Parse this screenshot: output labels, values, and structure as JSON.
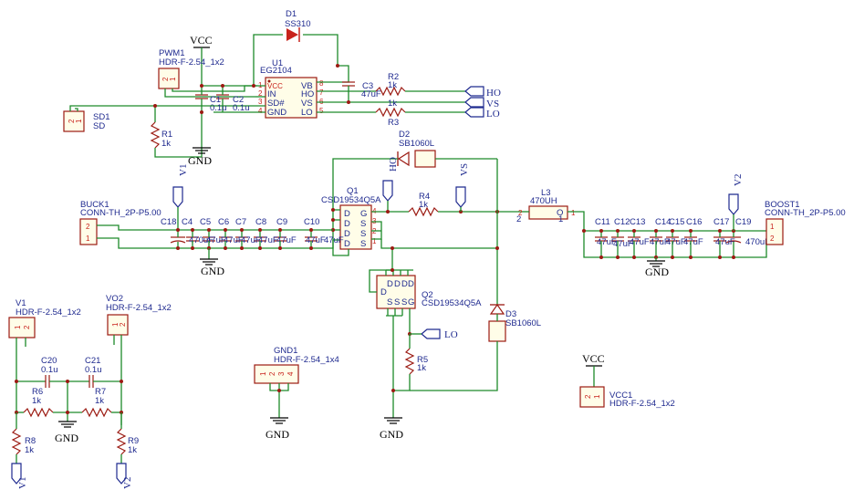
{
  "labels": {
    "d1_ref": "D1",
    "d1_val": "SS310",
    "vcc_top": "VCC",
    "pwm1_ref": "PWM1",
    "pwm1_val": "HDR-F-2.54_1x2",
    "u1_ref": "U1",
    "u1_val": "EG2104",
    "u1_pins": [
      "1",
      "2",
      "3",
      "4",
      "8",
      "7",
      "6",
      "5"
    ],
    "u1_left": [
      "VCC",
      "IN",
      "SD#",
      "GND"
    ],
    "u1_right": [
      "VB",
      "HO",
      "VS",
      "LO"
    ],
    "c1_ref": "C1",
    "c1_val": "0.1u",
    "c2_ref": "C2",
    "c2_val": "0.1u",
    "c3_ref": "C3",
    "c3_val": "47uF",
    "r2_ref": "R2",
    "r2_val": "1k",
    "r3_ref": "R3",
    "r3_val": "1k",
    "sd1_ref": "SD1",
    "sd1_val": "SD",
    "r1_ref": "R1",
    "r1_val": "1k",
    "gnd": "GND",
    "port_ho": "HO",
    "port_vs": "VS",
    "port_lo": "LO",
    "d2_ref": "D2",
    "d2_val": "SB1060L",
    "q1_ref": "Q1",
    "q1_val": "CSD19534Q5A",
    "r4_ref": "R4",
    "r4_val": "1k",
    "l3_ref": "L3",
    "l3_val": "470UH",
    "boost1_ref": "BOOST1",
    "boost1_val": "CONN-TH_2P-P5.00",
    "buck1_ref": "BUCK1",
    "buck1_val": "CONN-TH_2P-P5.00",
    "v1_port": "V1",
    "v2_port": "V2",
    "caps_left": [
      "C18",
      "C4",
      "C5",
      "C6",
      "C7",
      "C8",
      "C9",
      "C10"
    ],
    "caps_left_vals": [
      "470uF",
      "47uF",
      "47uF",
      "47uF",
      "47uF",
      "47uF",
      "47uF",
      "47uF"
    ],
    "caps_right": [
      "C11",
      "C12",
      "C13",
      "C14",
      "C15",
      "C16",
      "C17",
      "C19"
    ],
    "caps_right_vals": [
      "47uF",
      "47uF",
      "47uF",
      "47uF",
      "47uF",
      "47uF",
      "47uF",
      "470uF"
    ],
    "q2_ref": "Q2",
    "q2_val": "CSD19534Q5A",
    "d3_ref": "D3",
    "d3_val": "SB1060L",
    "r5_ref": "R5",
    "r5_val": "1k",
    "v1_ref": "V1",
    "v1_val": "HDR-F-2.54_1x2",
    "vo2_ref": "VO2",
    "vo2_val": "HDR-F-2.54_1x2",
    "c20_ref": "C20",
    "c20_val": "0.1u",
    "c21_ref": "C21",
    "c21_val": "0.1u",
    "r6_ref": "R6",
    "r6_val": "1k",
    "r7_ref": "R7",
    "r7_val": "1k",
    "r8_ref": "R8",
    "r8_val": "1k",
    "r9_ref": "R9",
    "r9_val": "1k",
    "gnd1_ref": "GND1",
    "gnd1_val": "HDR-F-2.54_1x4",
    "vcc1_ref": "VCC1",
    "vcc1_val": "HDR-F-2.54_1x2",
    "vcc_label": "VCC",
    "pin1": "1",
    "pin2": "2",
    "pin3": "3",
    "pin4": "4",
    "mos_d": "D",
    "mos_g": "G",
    "mos_s": "S",
    "l3_dot": "O"
  }
}
